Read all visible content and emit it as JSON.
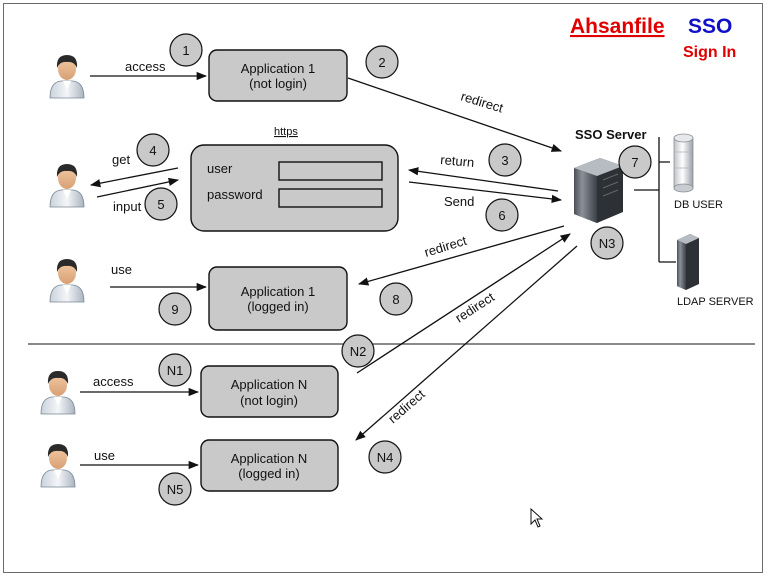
{
  "title": {
    "part1": "Ahsanfile",
    "part2": "SSO",
    "subtitle": "Sign In",
    "color1": "#e00000",
    "color2": "#1010c8",
    "subtitle_color": "#e00000"
  },
  "boxes": {
    "app1_notlogin": [
      "Application 1",
      "(not login)"
    ],
    "app1_loggedin": [
      "Application 1",
      "(logged in)"
    ],
    "appn_notlogin": [
      "Application N",
      "(not login)"
    ],
    "appn_loggedin": [
      "Application N",
      "(logged in)"
    ],
    "login_form": {
      "caption": "https",
      "user_label": "user",
      "password_label": "password"
    }
  },
  "edge_labels": {
    "access1": "access",
    "get": "get",
    "input": "input",
    "use1": "use",
    "accessN": "access",
    "useN": "use",
    "redirect1": "redirect",
    "return": "return",
    "send": "Send",
    "redirect2": "redirect",
    "redirect3": "redirect",
    "redirect4": "redirect"
  },
  "steps": {
    "s1": "1",
    "s2": "2",
    "s3": "3",
    "s4": "4",
    "s5": "5",
    "s6": "6",
    "s7": "7",
    "s8": "8",
    "s9": "9",
    "n1": "N1",
    "n2": "N2",
    "n3": "N3",
    "n4": "N4",
    "n5": "N5"
  },
  "server": {
    "label": "SSO Server",
    "db_label": "DB USER",
    "ldap_label": "LDAP SERVER"
  },
  "icons": {
    "user": "user-icon",
    "server": "server-icon",
    "database": "database-icon",
    "ldap": "ldap-server-icon",
    "cursor": "cursor-icon"
  }
}
